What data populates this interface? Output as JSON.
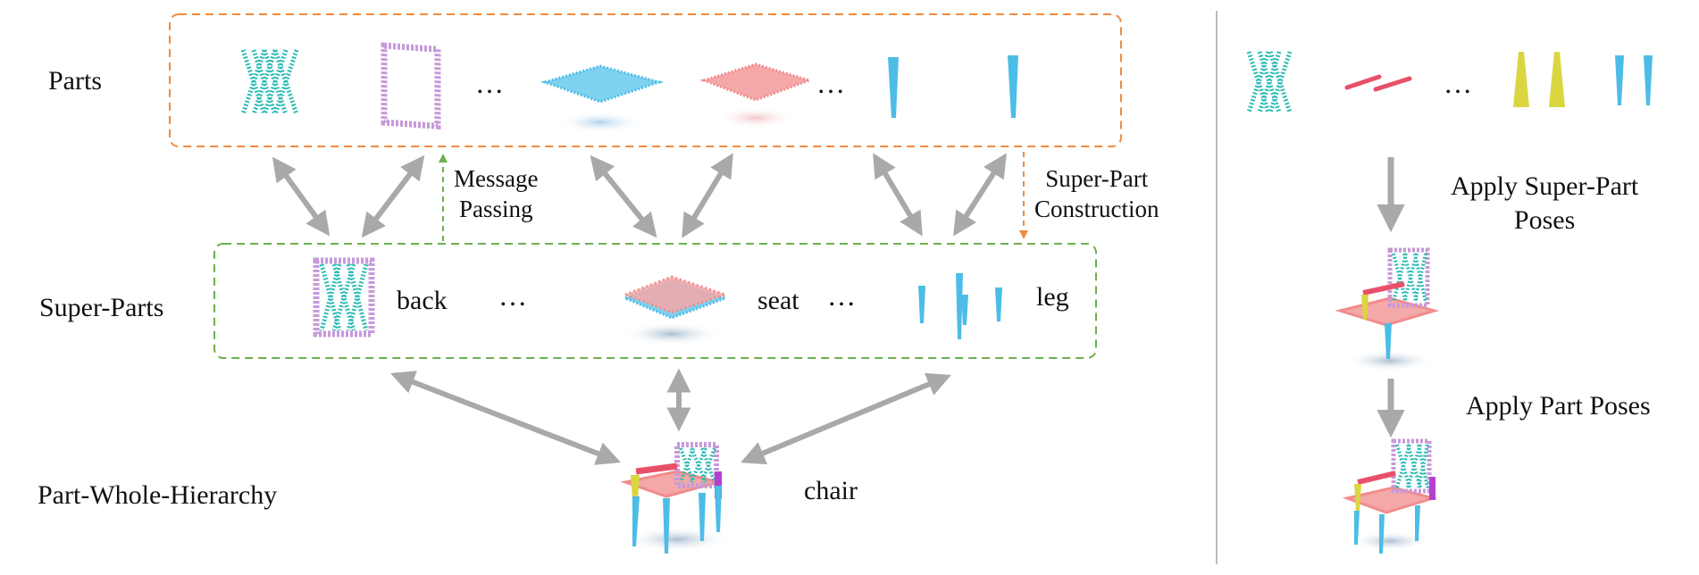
{
  "labels": {
    "parts": "Parts",
    "super_parts": "Super-Parts",
    "hierarchy": "Part-Whole-Hierarchy",
    "message_passing": [
      "Message",
      "Passing"
    ],
    "super_part_construction": [
      "Super-Part",
      "Construction"
    ],
    "back": "back",
    "seat": "seat",
    "leg": "leg",
    "chair": "chair",
    "apply_super_part_poses": [
      "Apply Super-Part",
      "Poses"
    ],
    "apply_part_poses": "Apply Part Poses",
    "ellipsis": "…"
  },
  "colors": {
    "parts_box": "#f08a3c",
    "super_parts_box": "#6db04e",
    "arrow_gray": "#a9a9a9",
    "divider": "#bdbdbd",
    "teal": "#2fbcb4",
    "lilac": "#c79ad9",
    "sky": "#4cbde6",
    "salmon": "#f08c8c",
    "red": "#e8506a",
    "yellow": "#d9d640",
    "magenta": "#b63fd0"
  }
}
